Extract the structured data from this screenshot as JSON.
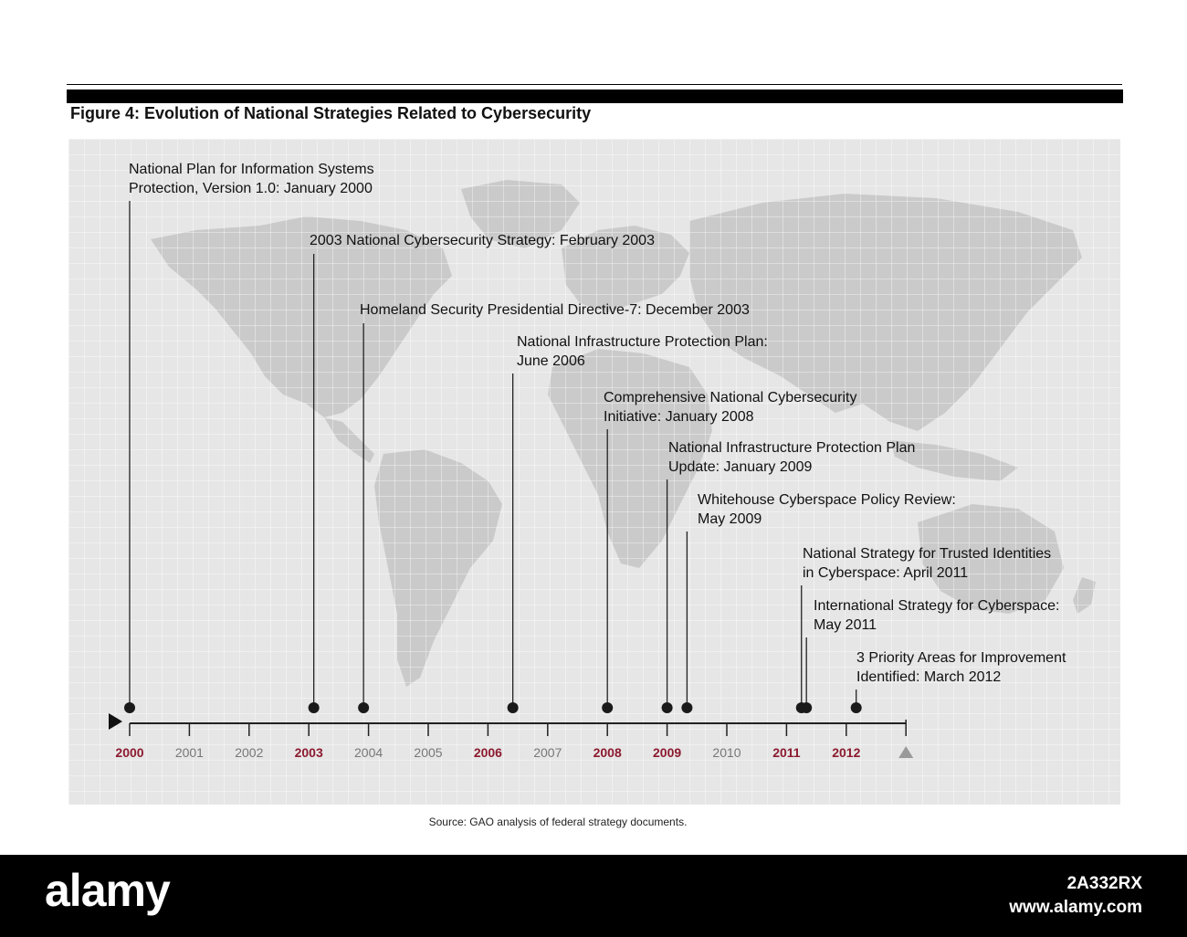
{
  "figure": {
    "title": "Figure 4: Evolution of National Strategies Related to Cybersecurity",
    "source": "Source: GAO analysis of federal strategy documents."
  },
  "timeline": {
    "axis_start": 2000,
    "axis_end": 2013,
    "colors": {
      "highlight_year": "#8c1a2e",
      "plain_year": "#777777",
      "line": "#222222",
      "map": "#c9c9c9",
      "panel": "#e6e6e6"
    },
    "years": [
      {
        "label": "2000",
        "highlight": true
      },
      {
        "label": "2001",
        "highlight": false
      },
      {
        "label": "2002",
        "highlight": false
      },
      {
        "label": "2003",
        "highlight": true
      },
      {
        "label": "2004",
        "highlight": false
      },
      {
        "label": "2005",
        "highlight": false
      },
      {
        "label": "2006",
        "highlight": true
      },
      {
        "label": "2007",
        "highlight": false
      },
      {
        "label": "2008",
        "highlight": true
      },
      {
        "label": "2009",
        "highlight": true
      },
      {
        "label": "2010",
        "highlight": false
      },
      {
        "label": "2011",
        "highlight": true
      },
      {
        "label": "2012",
        "highlight": true
      }
    ],
    "events": [
      {
        "date": "2000-01",
        "lines": [
          "National Plan for Information Systems",
          "Protection, Version 1.0: January 2000"
        ]
      },
      {
        "date": "2003-02",
        "lines": [
          "2003 National Cybersecurity Strategy: February 2003"
        ]
      },
      {
        "date": "2003-12",
        "lines": [
          "Homeland Security Presidential Directive-7: December 2003"
        ]
      },
      {
        "date": "2006-06",
        "lines": [
          "National Infrastructure Protection Plan:",
          "June 2006"
        ]
      },
      {
        "date": "2008-01",
        "lines": [
          "Comprehensive National Cybersecurity",
          "Initiative: January 2008"
        ]
      },
      {
        "date": "2009-01",
        "lines": [
          "National Infrastructure Protection Plan",
          "Update: January 2009"
        ]
      },
      {
        "date": "2009-05",
        "lines": [
          "Whitehouse Cyberspace Policy Review:",
          "May 2009"
        ]
      },
      {
        "date": "2011-04",
        "lines": [
          "National Strategy for Trusted Identities",
          "in Cyberspace: April 2011"
        ]
      },
      {
        "date": "2011-05",
        "lines": [
          "International Strategy for Cyberspace:",
          "May 2011"
        ]
      },
      {
        "date": "2012-03",
        "lines": [
          "3 Priority Areas for Improvement",
          "Identified: March 2012"
        ]
      }
    ]
  },
  "footer": {
    "brand": "alamy",
    "image_id": "2A332RX",
    "url": "www.alamy.com"
  }
}
